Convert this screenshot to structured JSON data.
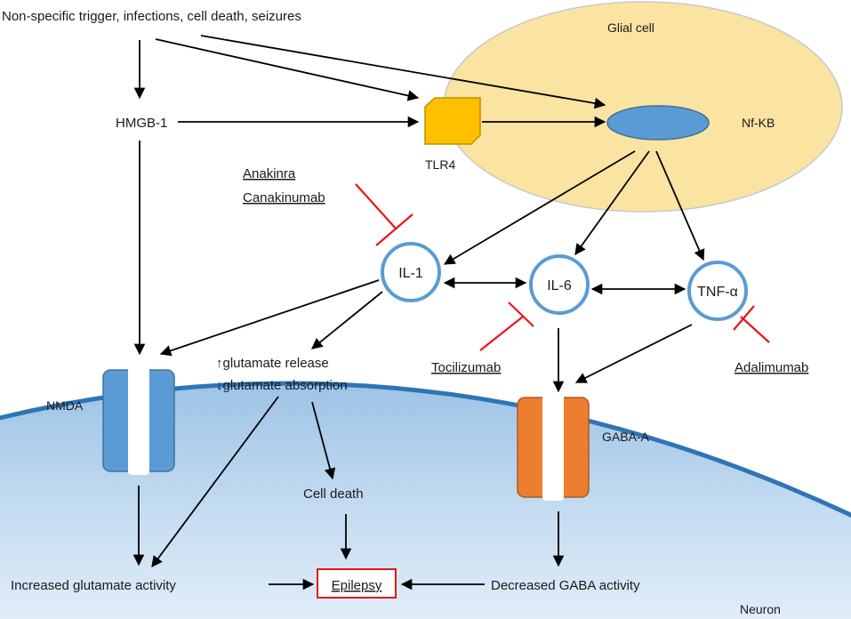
{
  "trigger": "Non-specific trigger, infections, cell death, seizures",
  "glial_cell": "Glial cell",
  "hmgb1": "HMGB-1",
  "tlr4": "TLR4",
  "nfkb": "Nf-KB",
  "drugs": {
    "anakinra": "Anakinra",
    "canakinumab": "Canakinumab",
    "tocilizumab": "Tocilizumab",
    "adalimumab": "Adalimumab"
  },
  "cytokines": {
    "il1": "IL-1",
    "il6": "IL-6",
    "tnf": "TNF-α"
  },
  "nmda": "NMDA",
  "gaba_a": "GABA-A",
  "glutamate_release": "↑glutamate release",
  "glutamate_absorption": "↓glutamate absorption",
  "cell_death": "Cell death",
  "increased_glutamate": "Increased glutamate activity",
  "epilepsy": "Epilepsy",
  "decreased_gaba": "Decreased GABA activity",
  "neuron": "Neuron",
  "colors": {
    "glial_fill": "#fbe3a2",
    "nfkb_fill": "#5b9bd5",
    "tlr4_fill": "#ffc000",
    "nmda_fill": "#5b9bd5",
    "gaba_fill": "#ed7d31",
    "inhibitor": "#e8141b",
    "cytokine_ring": "#5b9bd5"
  }
}
